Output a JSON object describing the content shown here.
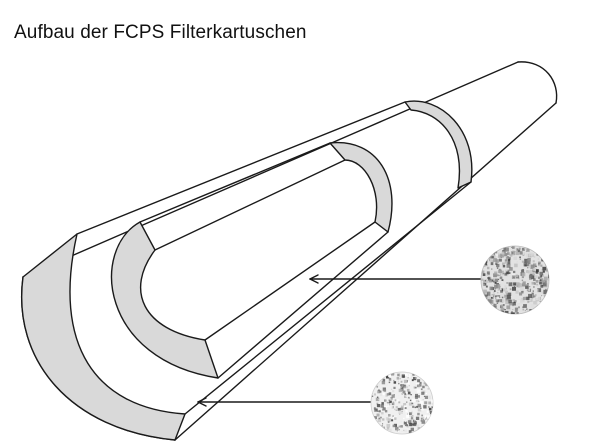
{
  "title": "Aufbau der FCPS Filterkartuschen",
  "colors": {
    "background": "#ffffff",
    "outline": "#1a1a1a",
    "band_fill": "#d9d9d9",
    "texture_light": "#eeeeee",
    "texture_dark": "#555555"
  },
  "icons": {
    "upper_sample": "coarse-filter-medium-swatch",
    "lower_sample": "fine-filter-medium-swatch"
  }
}
